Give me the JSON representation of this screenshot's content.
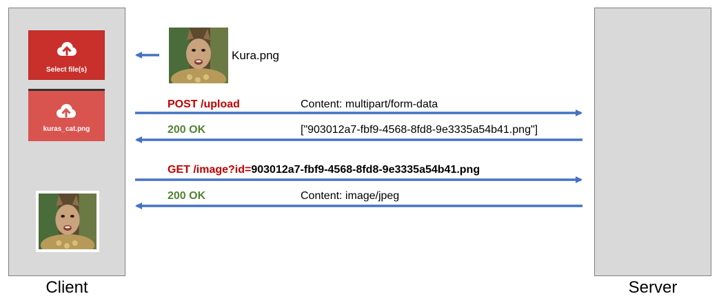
{
  "client": {
    "label": "Client",
    "select_button_label": "Select file(s)",
    "file_button_label": "kuras_cat.png",
    "button_icon": "cloud-upload-icon"
  },
  "server": {
    "label": "Server"
  },
  "source_file": {
    "name": "Kura.png"
  },
  "messages": [
    {
      "method": "POST /upload",
      "detail": "Content: multipart/form-data",
      "direction": "client-to-server"
    },
    {
      "method": "200 OK",
      "detail": "[\"903012a7-fbf9-4568-8fd8-9e3335a54b41.png\"]",
      "direction": "server-to-client"
    },
    {
      "method": "GET /image?id=",
      "method_value": "903012a7-fbf9-4568-8fd8-9e3335a54b41.png",
      "direction": "client-to-server"
    },
    {
      "method": "200 OK",
      "detail": "Content: image/jpeg",
      "direction": "server-to-client"
    }
  ],
  "colors": {
    "arrow": "#4472c4",
    "panel": "#d9d9d9",
    "request": "#c00000",
    "response": "#548235",
    "select_button": "#c9302c",
    "file_button": "#d9534f"
  }
}
